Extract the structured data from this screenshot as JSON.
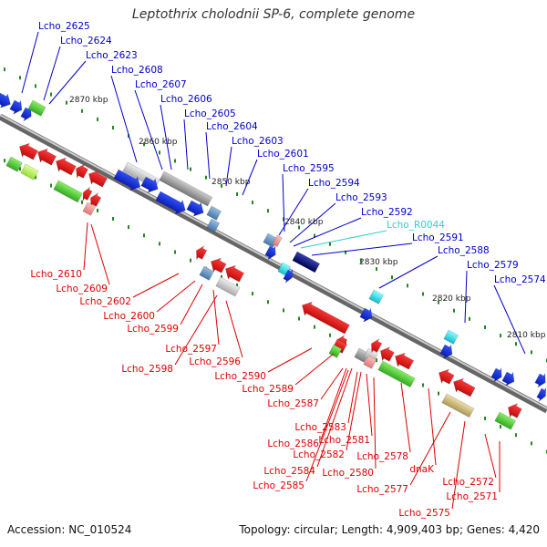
{
  "title": "Leptothrix cholodnii SP-6, complete genome",
  "footer": {
    "accession": "Accession: NC_010524",
    "summary": "Topology: circular; Length: 4,909,403 bp; Genes: 4,420"
  },
  "ruler_labels": [
    "2870 kbp",
    "2860 kbp",
    "2850 kbp",
    "2840 kbp",
    "2830 kbp",
    "2820 kbp",
    "2810 kbp"
  ],
  "forward_gene_labels": [
    "Lcho_2625",
    "Lcho_2624",
    "Lcho_2623",
    "Lcho_2608",
    "Lcho_2607",
    "Lcho_2606",
    "Lcho_2605",
    "Lcho_2604",
    "Lcho_2603",
    "Lcho_2601",
    "Lcho_2595",
    "Lcho_2594",
    "Lcho_2593",
    "Lcho_2592",
    "Lcho_R0044",
    "Lcho_2591",
    "Lcho_2588",
    "Lcho_2579",
    "Lcho_2574"
  ],
  "reverse_gene_labels": [
    "Lcho_2610",
    "Lcho_2609",
    "Lcho_2602",
    "Lcho_2600",
    "Lcho_2599",
    "Lcho_2597",
    "Lcho_2598",
    "Lcho_2596",
    "Lcho_2590",
    "Lcho_2589",
    "Lcho_2587",
    "Lcho_2583",
    "Lcho_2586",
    "Lcho_2581",
    "Lcho_2582",
    "Lcho_2578",
    "Lcho_2580",
    "Lcho_2584",
    "Lcho_2585",
    "dnaK",
    "Lcho_2577",
    "Lcho_2572",
    "Lcho_2571",
    "Lcho_2575"
  ],
  "colors": {
    "forward_label": "#0000cc",
    "reverse_label": "#dd0000",
    "rrna_label": "#33cccc",
    "backbone": "#888888",
    "tick": "#228822"
  }
}
